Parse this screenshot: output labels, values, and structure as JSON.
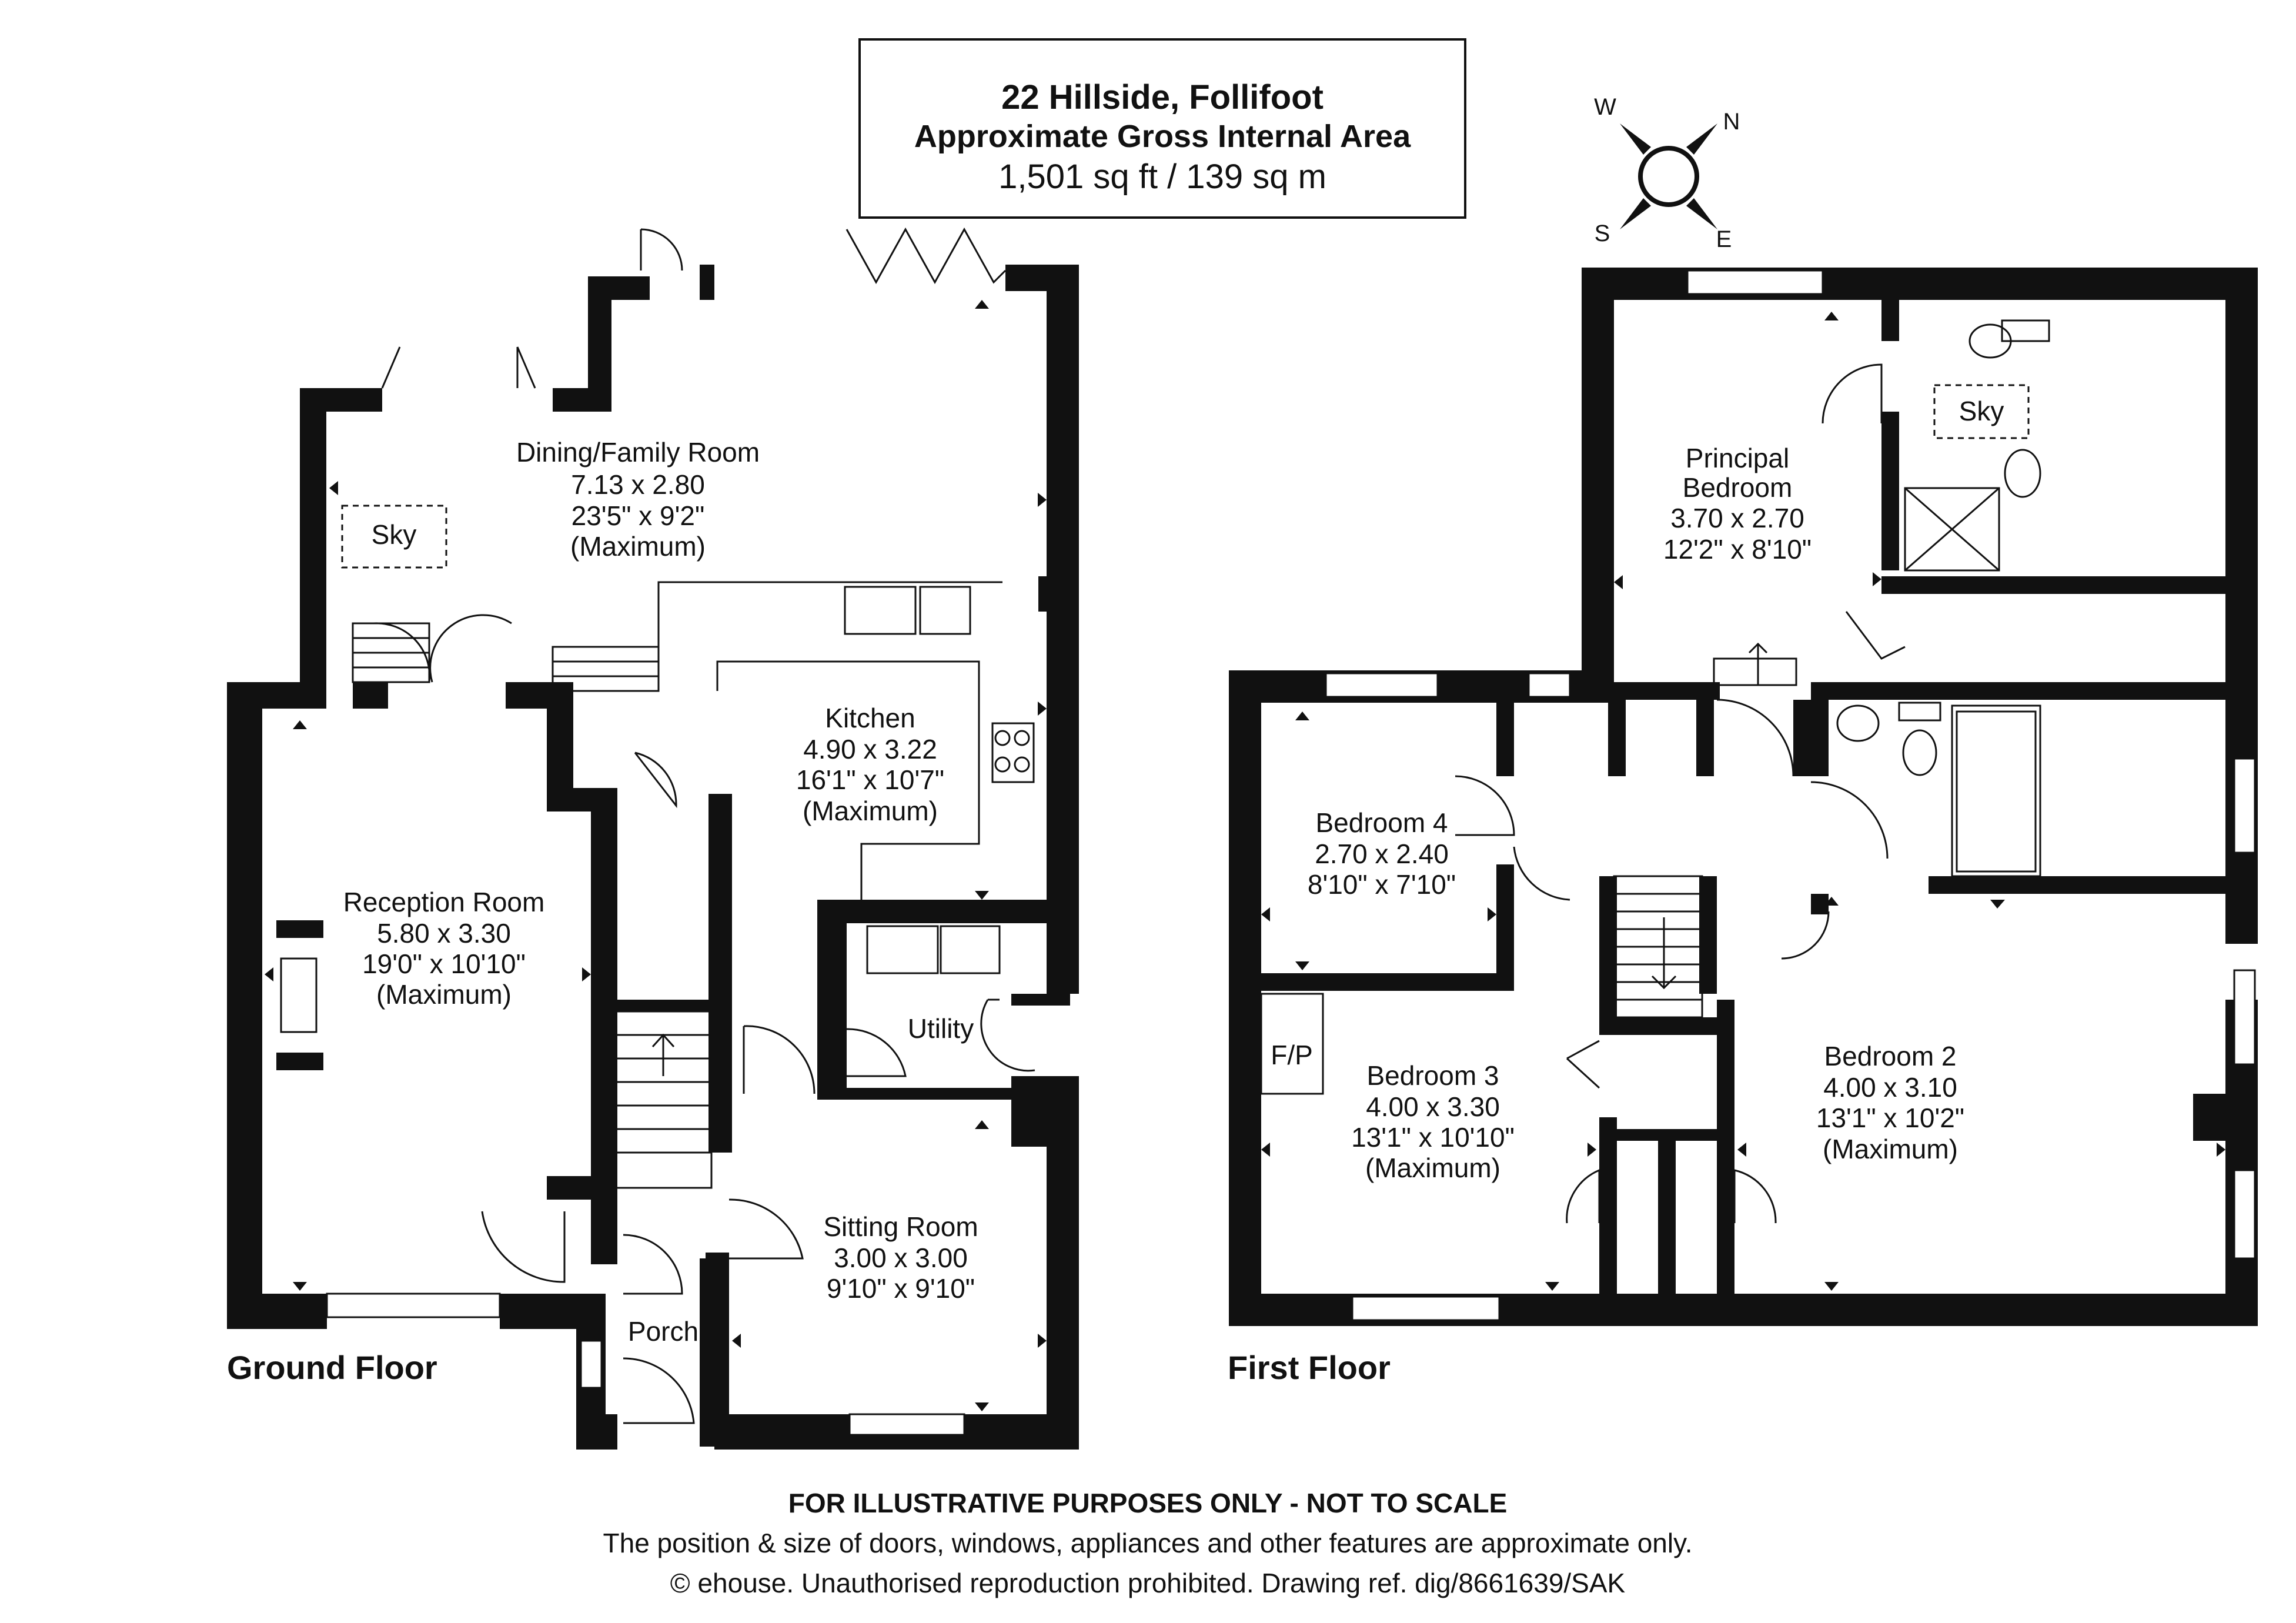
{
  "title": {
    "address": "22 Hillside, Follifoot",
    "subtitle": "Approximate Gross Internal Area",
    "area": "1,501 sq ft / 139 sq m"
  },
  "compass": {
    "north": "N",
    "east": "E",
    "south": "S",
    "west": "W"
  },
  "floors": {
    "ground": {
      "label": "Ground Floor",
      "rooms": {
        "dining": {
          "name": "Dining/Family Room",
          "metric": "7.13 x 2.80",
          "imperial": "23'5\" x 9'2\"",
          "note": "(Maximum)"
        },
        "kitchen": {
          "name": "Kitchen",
          "metric": "4.90 x 3.22",
          "imperial": "16'1\" x 10'7\"",
          "note": "(Maximum)"
        },
        "reception": {
          "name": "Reception Room",
          "metric": "5.80 x 3.30",
          "imperial": "19'0\" x 10'10\"",
          "note": "(Maximum)"
        },
        "utility": {
          "name": "Utility"
        },
        "sitting": {
          "name": "Sitting Room",
          "metric": "3.00 x 3.00",
          "imperial": "9'10\" x 9'10\""
        },
        "porch": {
          "name": "Porch"
        }
      },
      "skylight": "Sky"
    },
    "first": {
      "label": "First Floor",
      "rooms": {
        "principal": {
          "name": "Principal",
          "name2": "Bedroom",
          "metric": "3.70 x 2.70",
          "imperial": "12'2\" x 8'10\""
        },
        "bedroom4": {
          "name": "Bedroom 4",
          "metric": "2.70 x 2.40",
          "imperial": "8'10\" x 7'10\""
        },
        "bedroom3": {
          "name": "Bedroom 3",
          "metric": "4.00 x 3.30",
          "imperial": "13'1\" x 10'10\"",
          "note": "(Maximum)"
        },
        "bedroom2": {
          "name": "Bedroom 2",
          "metric": "4.00 x 3.10",
          "imperial": "13'1\" x 10'2\"",
          "note": "(Maximum)"
        }
      },
      "skylight": "Sky",
      "cupboard": "F/P"
    }
  },
  "footer": {
    "disclaimer": "FOR ILLUSTRATIVE PURPOSES ONLY - NOT TO SCALE",
    "note": "The position & size of doors, windows, appliances and other features are approximate only.",
    "copyright": "© ehouse. Unauthorised reproduction prohibited. Drawing ref. dig/8661639/SAK"
  }
}
